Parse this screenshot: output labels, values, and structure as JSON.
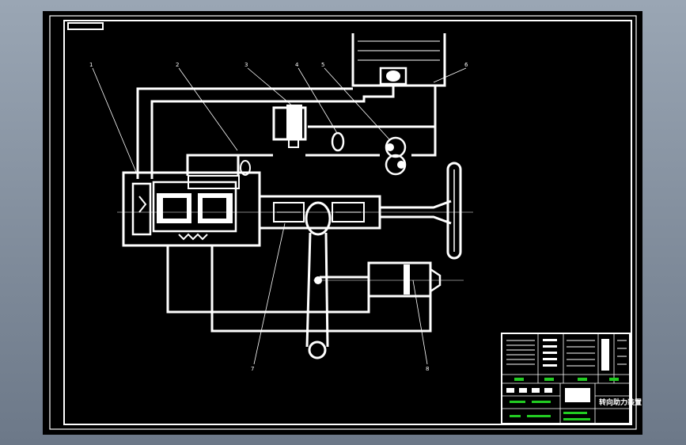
{
  "drawing": {
    "title_block": {
      "title": "转向助力装置"
    },
    "leader_labels": [
      "1",
      "2",
      "3",
      "4",
      "5",
      "6",
      "7",
      "8"
    ],
    "colors": {
      "background": "#000000",
      "lines": "#ffffff",
      "title_block_accent": "#22cc22",
      "viewer_frame": "#8d98a6"
    }
  }
}
